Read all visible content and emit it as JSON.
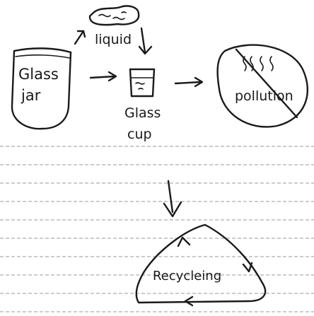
{
  "diagram": {
    "labels": {
      "liquid": "liquid",
      "glass_jar_line1": "Glass",
      "glass_jar_line2": "jar",
      "glass_cup_line1": "Glass",
      "glass_cup_line2": "cup",
      "pollution": "pollution",
      "recycling": "Recycleing"
    },
    "icons": {
      "liquid": "puddle-icon",
      "glass_cup": "cup-icon",
      "pollution": "crossed-out-smoke-icon",
      "recycling": "recycling-loop-arrows-icon"
    },
    "colors": {
      "ink": "#1a1a1a",
      "paper": "#ffffff",
      "ruled_lines": "#9a9a9a"
    }
  }
}
